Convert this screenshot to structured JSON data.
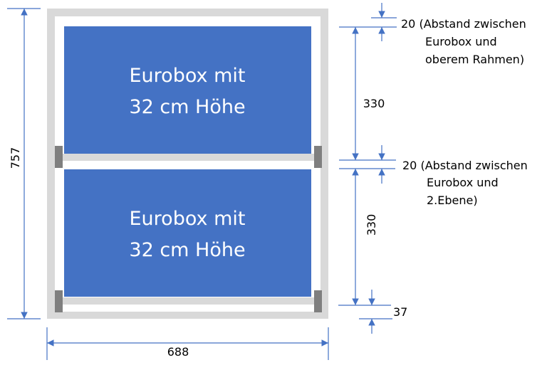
{
  "colors": {
    "frame": "#d9d9d9",
    "box": "#4472c4",
    "bracket": "#7f7f7f",
    "dimension": "#4472c4"
  },
  "boxes": [
    {
      "line1": "Eurobox mit",
      "line2": "32 cm Höhe"
    },
    {
      "line1": "Eurobox mit",
      "line2": "32 cm Höhe"
    }
  ],
  "dimensions": {
    "total_height": "757",
    "total_width": "688",
    "upper_box_height": "330",
    "lower_box_height": "330",
    "bottom_clearance": "37",
    "top_gap": {
      "line1": "20 (Abstand zwischen",
      "line2": "Eurobox und",
      "line3": "oberem Rahmen)"
    },
    "middle_gap": {
      "line1": "20 (Abstand zwischen",
      "line2": "Eurobox und",
      "line3": "2.Ebene)"
    }
  }
}
